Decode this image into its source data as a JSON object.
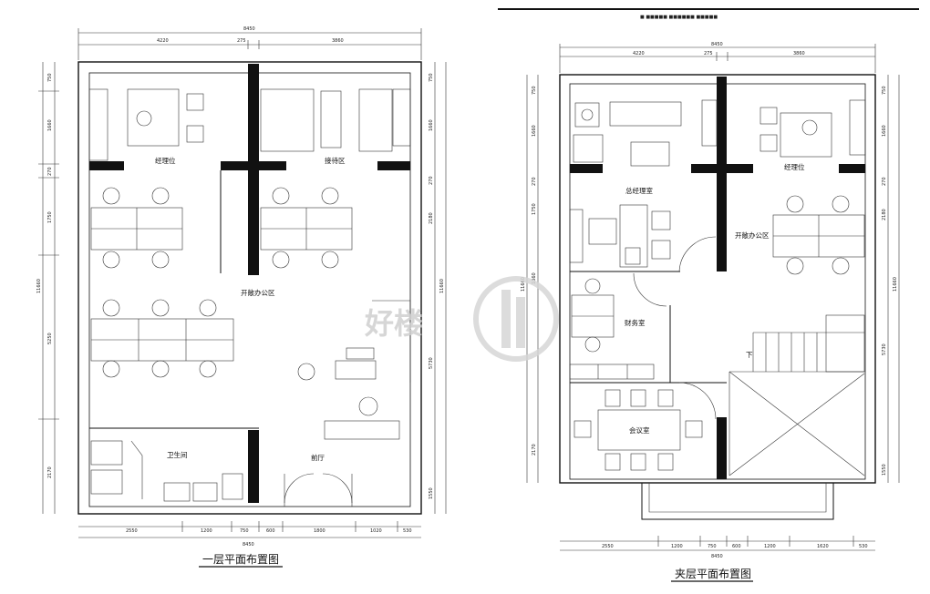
{
  "watermark": {
    "text": "好楼"
  },
  "top_header": {
    "text": "■ ■■■■■ ■■■■■■ ■■■■■"
  },
  "plan1": {
    "title": "一层平面布置图",
    "rooms": {
      "manager": "经理位",
      "reception": "接待区",
      "open_office": "开敞办公区",
      "restroom": "卫生间",
      "lobby": "前厅"
    },
    "dims_top": {
      "total": "8450",
      "a": "4220",
      "b": "275",
      "c": "3860"
    },
    "dims_bottom": {
      "total": "8450",
      "a": "2550",
      "b": "1200",
      "c": "750",
      "d": "600",
      "e": "1800",
      "f": "1020",
      "g": "530"
    },
    "dims_left": [
      "750",
      "1660",
      "270",
      "1750",
      "5250",
      "2170"
    ],
    "dim_left_total": "11660",
    "dims_right": [
      "750",
      "1660",
      "270",
      "2180",
      "5730",
      "1550"
    ],
    "dim_right_total": "11660"
  },
  "plan2": {
    "title": "夹层平面布置图",
    "rooms": {
      "gm_office": "总经理室",
      "manager": "经理位",
      "open_office": "开敞办公区",
      "finance": "财务室",
      "meeting": "会议室",
      "stair_down": "下"
    },
    "dims_top": {
      "total": "8450",
      "a": "4220",
      "b": "275",
      "c": "3860"
    },
    "dims_bottom": {
      "total": "8450",
      "a": "2550",
      "b": "1200",
      "c": "750",
      "d": "600",
      "e": "1200",
      "f": "1620",
      "g": "530"
    },
    "dims_left": [
      "750",
      "1660",
      "270",
      "1750",
      "1860",
      "2170"
    ],
    "dim_left_total": "11660",
    "dims_right": [
      "750",
      "1660",
      "270",
      "2180",
      "5730",
      "1550"
    ],
    "dim_right_total": "11660"
  }
}
